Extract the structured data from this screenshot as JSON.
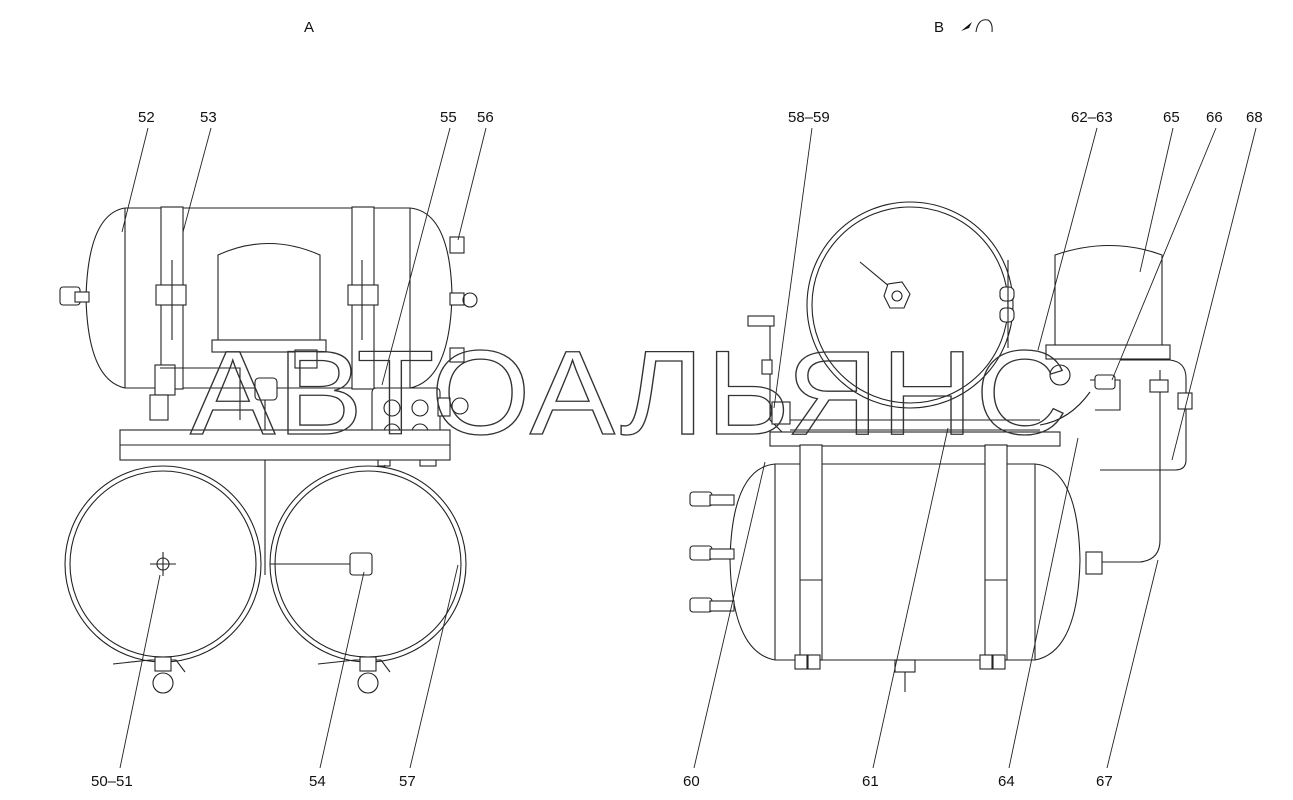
{
  "views": {
    "left": "А",
    "right": "В"
  },
  "watermark": "АВТОАЛЬЯНС",
  "labels": {
    "l52": "52",
    "l53": "53",
    "l55": "55",
    "l56": "56",
    "l58_59": "58–59",
    "l62_63": "62–63",
    "l65": "65",
    "l66": "66",
    "l68": "68",
    "l50_51": "50–51",
    "l54": "54",
    "l57": "57",
    "l60": "60",
    "l61": "61",
    "l64": "64",
    "l67": "67"
  }
}
